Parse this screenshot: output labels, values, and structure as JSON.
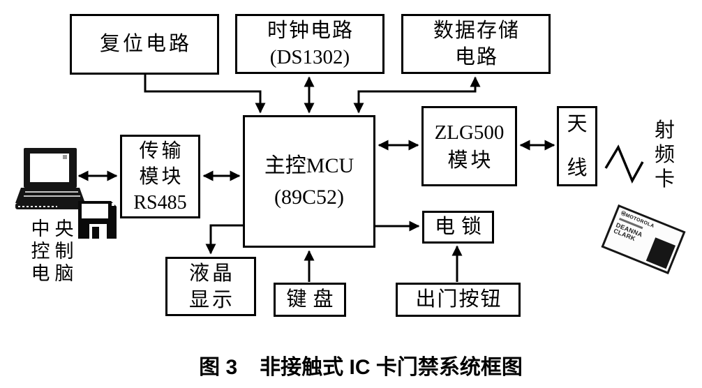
{
  "colors": {
    "ink": "#000000",
    "paper": "#ffffff"
  },
  "boxes": {
    "reset": {
      "lines": [
        "复位电路"
      ]
    },
    "clock": {
      "lines": [
        "时钟电路",
        "(DS1302)"
      ]
    },
    "storage": {
      "lines": [
        "数据存储",
        "电路"
      ]
    },
    "mcu": {
      "lines": [
        "主控MCU",
        "(89C52)"
      ]
    },
    "transmission": {
      "lines": [
        "传输",
        "模块",
        "RS485"
      ]
    },
    "zlg": {
      "lines": [
        "ZLG500",
        "模块"
      ]
    },
    "antenna": {
      "lines": [
        "天",
        "线"
      ]
    },
    "lcd": {
      "lines": [
        "液晶",
        "显示"
      ]
    },
    "keyboard": {
      "lines": [
        "键盘"
      ]
    },
    "lock": {
      "lines": [
        "电锁"
      ]
    },
    "exit_button": {
      "lines": [
        "出门按钮"
      ]
    }
  },
  "labels": {
    "computer": {
      "lines": [
        "中央",
        "控制",
        "电脑"
      ]
    },
    "rf_card": {
      "chars": [
        "射",
        "频",
        "卡"
      ]
    }
  },
  "card": {
    "brand": "MOTOROLA",
    "name_line1": "DEANNA",
    "name_line2": "CLARK"
  },
  "icons": {
    "motorola_logo": "Ⓜ",
    "computer": "laptop-icon",
    "disk": "floppy-disk-icon",
    "wave": "radio-wave-icon"
  },
  "caption": {
    "figure": "图 3",
    "title": "非接触式 IC 卡门禁系统框图"
  }
}
